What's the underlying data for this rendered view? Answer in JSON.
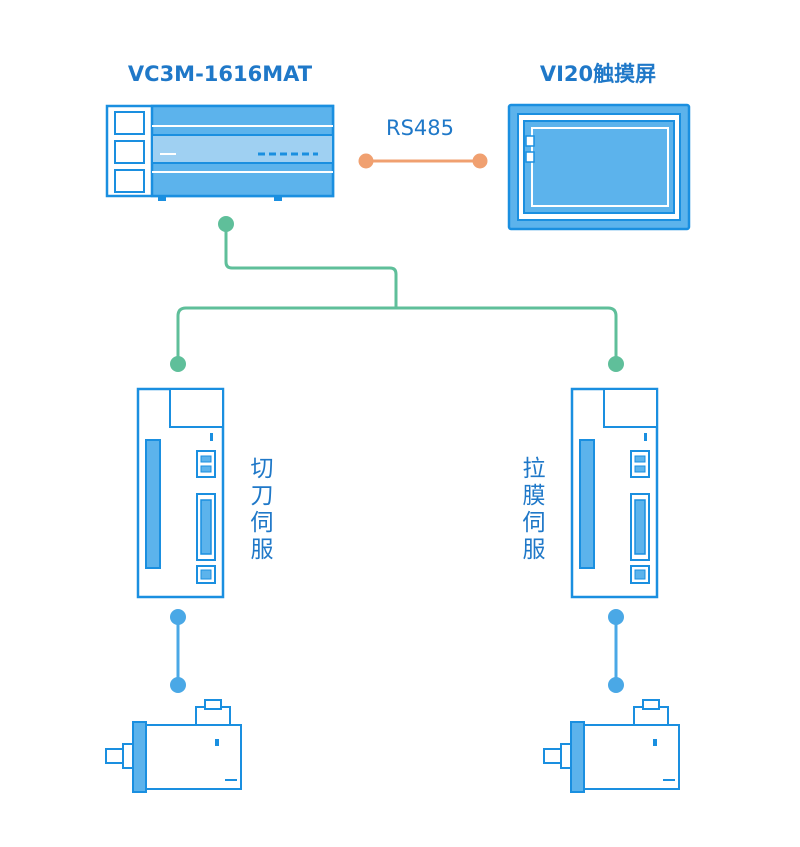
{
  "plc": {
    "label": "VC3M-1616MAT"
  },
  "hmi": {
    "label": "VI20触摸屏"
  },
  "link": {
    "label": "RS485"
  },
  "servo_left": {
    "label": [
      "切",
      "刀",
      "伺",
      "服"
    ]
  },
  "servo_right": {
    "label": [
      "拉",
      "膜",
      "伺",
      "服"
    ]
  },
  "colors": {
    "device_blue": "#1a8fe0",
    "device_fill": "#5cb3ec",
    "text_blue": "#1f78c8",
    "bus_green": "#5fbf9a",
    "rs485_orange": "#f0a070",
    "motor_link": "#4aa8e6"
  }
}
